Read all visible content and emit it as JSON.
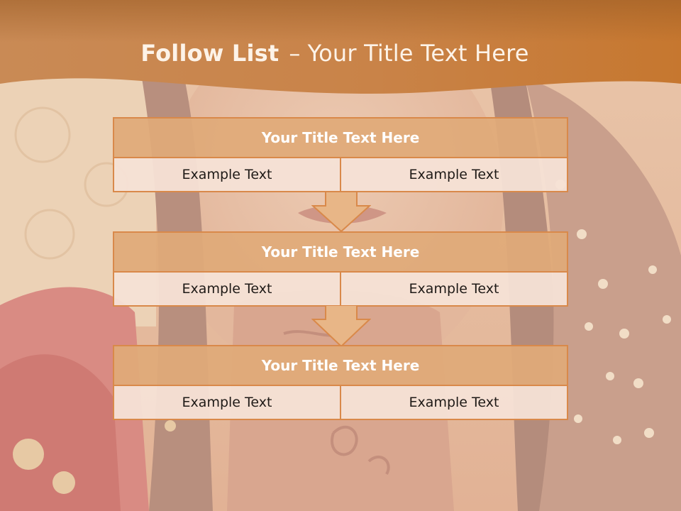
{
  "slide": {
    "title_bold": "Follow List",
    "title_dash": "–",
    "title_rest": "Your Title Text Here"
  },
  "blocks": [
    {
      "title": "Your Title Text Here",
      "left": "Example Text",
      "right": "Example Text"
    },
    {
      "title": "Your Title Text Here",
      "left": "Example Text",
      "right": "Example Text"
    },
    {
      "title": "Your Title Text Here",
      "left": "Example Text",
      "right": "Example Text"
    }
  ],
  "colors": {
    "header": "#c97b3a",
    "block_border": "#d9894a",
    "block_title_fill": "#e0aa78",
    "cell_fill": "#f5e2d6",
    "arrow_fill": "#e8b687"
  }
}
